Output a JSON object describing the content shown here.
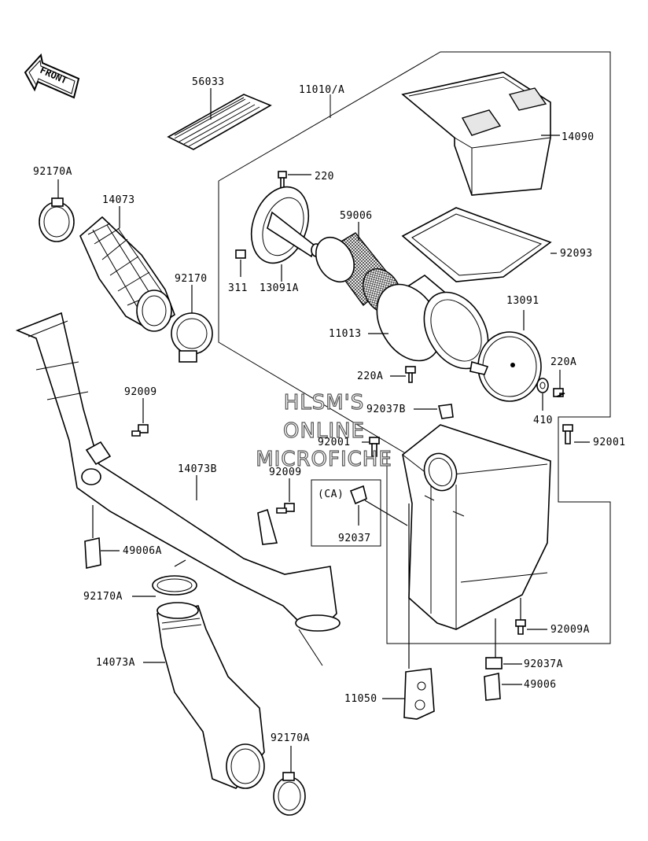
{
  "diagram": {
    "orientation_label": "FRONT",
    "watermark": [
      "HLSM'S",
      "ONLINE",
      "MICROFICHE"
    ],
    "callouts": {
      "p56033": "56033",
      "p11010A": "11010/A",
      "p14090": "14090",
      "p92170A_top": "92170A",
      "p14073": "14073",
      "p220": "220",
      "p59006": "59006",
      "p92093": "92093",
      "p311": "311",
      "p13091A": "13091A",
      "p92170": "92170",
      "p13091": "13091",
      "p11013": "11013",
      "p220A_left": "220A",
      "p220A_right": "220A",
      "p92009_top": "92009",
      "p92037B": "92037B",
      "p410": "410",
      "p92001_mid": "92001",
      "p92001_right": "92001",
      "p14073B": "14073B",
      "p92009_mid": "92009",
      "ca": "(CA)",
      "p92037": "92037",
      "p49006A": "49006A",
      "p92170A_mid": "92170A",
      "p92009A": "92009A",
      "p14073A": "14073A",
      "p92037A": "92037A",
      "p49006": "49006",
      "p11050": "11050",
      "p92170A_bottom": "92170A"
    }
  }
}
